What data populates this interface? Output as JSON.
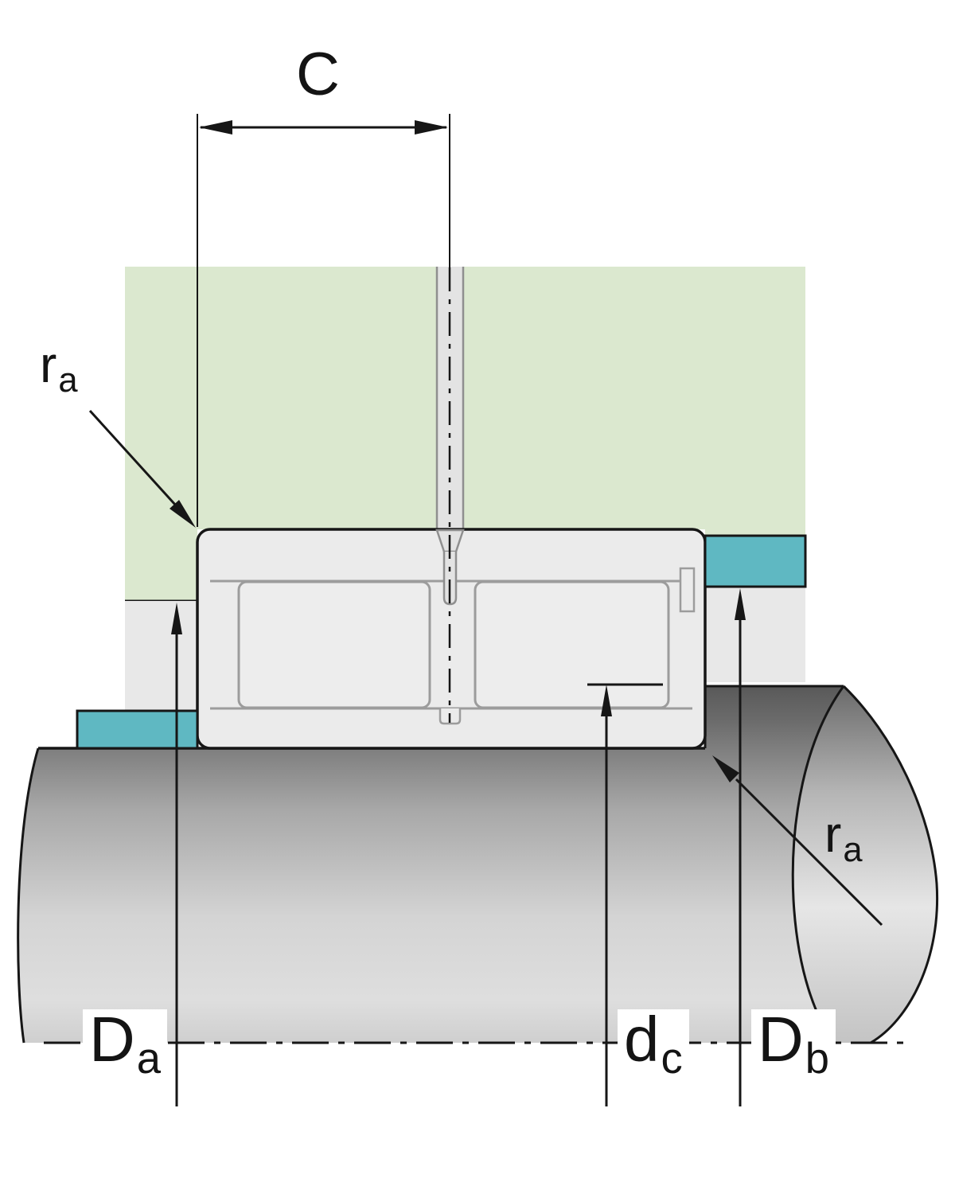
{
  "diagram": {
    "title": "Bearing mounting dimensions cross-section",
    "labels": {
      "width": {
        "main": "C"
      },
      "fillet_housing": {
        "main": "r",
        "sub": "a"
      },
      "fillet_shaft": {
        "main": "r",
        "sub": "a"
      },
      "housing_abutment": {
        "main": "D",
        "sub": "a"
      },
      "shaft_raceway": {
        "main": "d",
        "sub": "c"
      },
      "snap_ring_abutment": {
        "main": "D",
        "sub": "b"
      }
    },
    "colors": {
      "housing_green": "#dbe8cf",
      "abutment_ring_teal": "#5fb8c2",
      "bearing_gray": "#ebebeb",
      "component_gray": "#e8e8e8",
      "outline_dark": "#161616",
      "detail_gray": "#9c9c9c"
    }
  }
}
